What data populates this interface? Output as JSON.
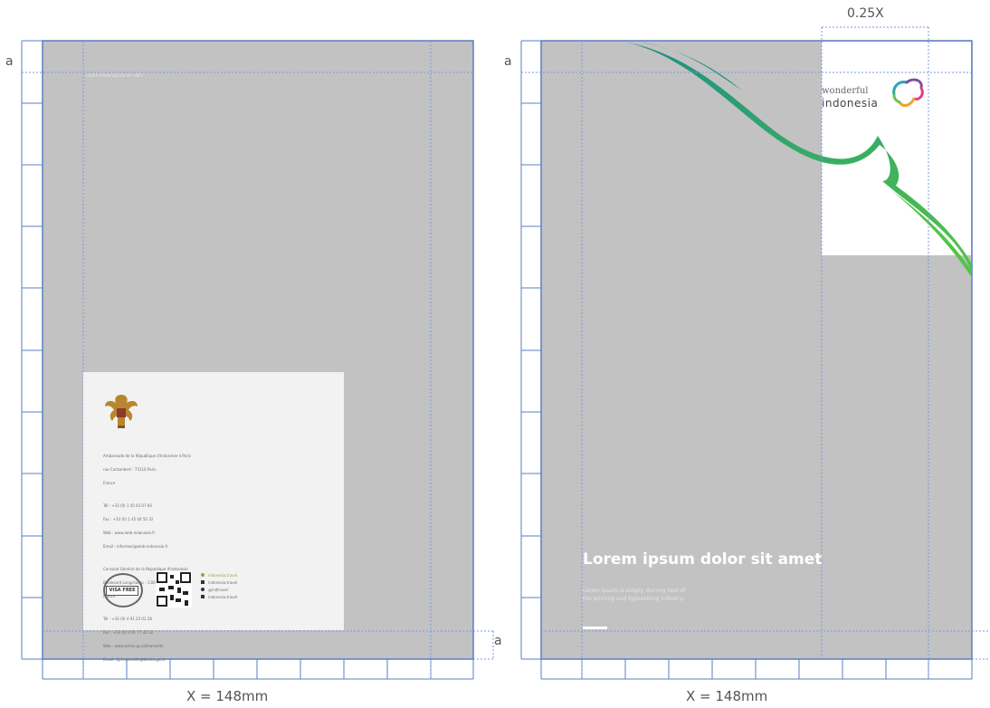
{
  "labels": {
    "margin_a": "a",
    "width_left": "X = 148mm",
    "width_right": "X = 148mm",
    "quarter_width": "0.25X"
  },
  "back_cover": {
    "top_micro_text": "LOREM IPSUM DOLOR SIT AMET",
    "info_lines": [
      "Ambassade de la République d'Indonésie à Paris",
      "rue Cortambert - 75116 Paris",
      "France",
      "",
      "Tél : +33 (0) 1 45 03 07 60",
      "Fax : +33 (0) 1 45 04 50 32",
      "Web : www.amb-indonesie.fr",
      "Email : informasi@amb-indonesie.fr",
      "",
      "Consulat Général de la République d'Indonésie",
      "Boulevard Longchamp - 13001 Marseille",
      "France",
      "",
      "Tél : +33 (0) 4 91 23 01 28",
      "Fax : +33 (0) 4 91 77 42 32",
      "Web : www.kemlu.go.id/marseille",
      "Email : kjri.marseille@kemlu.go.id"
    ],
    "visa_badge": "VISA FREE",
    "social": [
      "indonesia.travel",
      "indonesia.travel",
      "@indtravel",
      "indonesia.travel"
    ]
  },
  "front_cover": {
    "brand_line1": "wonderful",
    "brand_line2": "indonesia",
    "title": "Lorem ipsum dolor sit amet",
    "subtitle_lines": [
      "Lorem ipsum is simply dummy text of",
      "the printing and typesetting industry."
    ]
  },
  "colors": {
    "page": "#c2c2c2",
    "rule": "#5a7fc4",
    "guide": "#7a9ad8",
    "wave_start": "#1a8f86",
    "wave_end": "#52c447"
  }
}
